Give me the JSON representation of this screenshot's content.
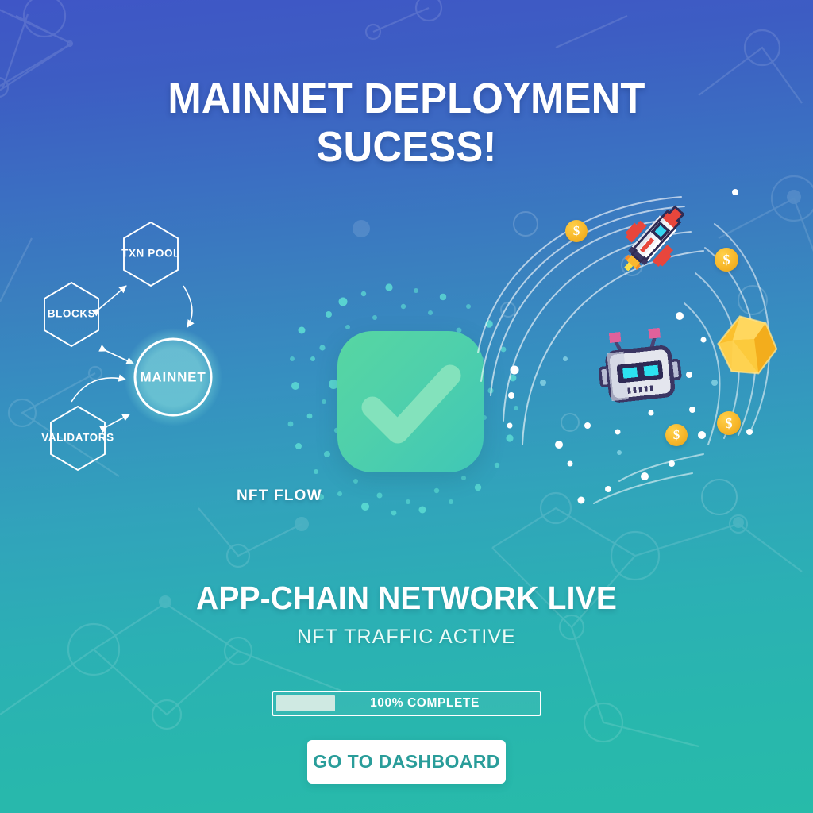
{
  "headline": {
    "line1": "MAINNET DEPLOYMENT",
    "line2": "SUCESS!"
  },
  "diagram": {
    "center_label": "MAINNET",
    "nodes": [
      {
        "id": "txn-pool",
        "label": "TXN POOL"
      },
      {
        "id": "blocks",
        "label": "BLOCKS"
      },
      {
        "id": "validators",
        "label": "VALIDATORS"
      }
    ]
  },
  "status_icon": {
    "name": "success-checkmark",
    "badge_color": "#4fd0ab",
    "check_color": "#86e3bd"
  },
  "nft_flow": {
    "label": "NFT FLOW",
    "sprites": [
      {
        "name": "rocket-icon",
        "alt": "pixel rocket"
      },
      {
        "name": "robot-icon",
        "alt": "pixel robot head"
      },
      {
        "name": "gem-icon",
        "alt": "gold gem"
      }
    ],
    "coin_symbol": "$",
    "coin_count": 4
  },
  "subheading": {
    "title": "APP-CHAIN NETWORK LIVE",
    "subtitle": "NFT TRAFFIC ACTIVE"
  },
  "progress": {
    "label": "100% COMPLETE",
    "percent": 100,
    "fill_color": "#cfe9e2"
  },
  "cta": {
    "label": "GO TO DASHBOARD",
    "text_color": "#2a9d9a"
  },
  "theme": {
    "gradient_top": "#3f56c6",
    "gradient_mid": "#3690c0",
    "gradient_bottom": "#27bba9",
    "accent_green": "#4fd0ab",
    "accent_gold": "#f7b72a"
  }
}
